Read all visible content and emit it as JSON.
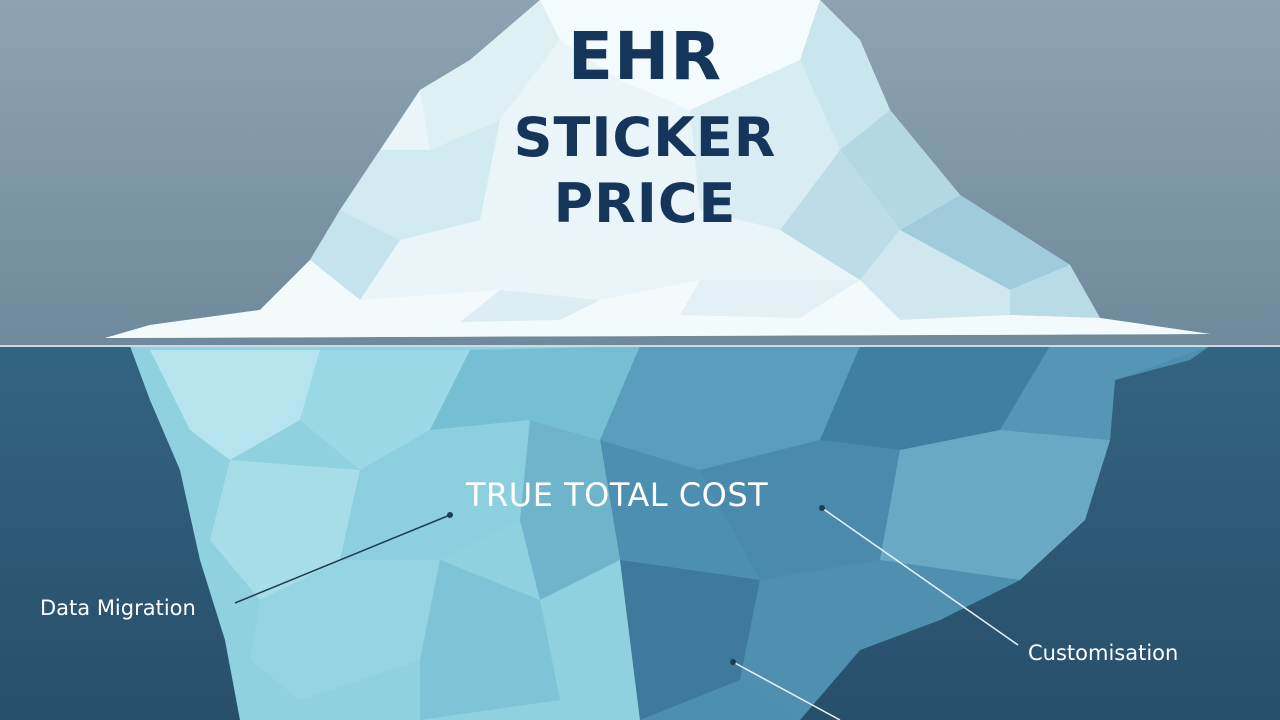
{
  "title": {
    "line1": "EHR",
    "line2": "STICKER",
    "line3": "PRICE"
  },
  "labels": {
    "main": "TRUE TOTAL COST",
    "left": "Data Migration",
    "right": "Customisation"
  },
  "colors": {
    "sky": "#7f98a8",
    "water": "#2e5a76",
    "waterline": "#c8dbe6",
    "ice_above": "#e9f5f8",
    "ice_below_light": "#8fd1df",
    "ice_below_dark": "#4c8fb0",
    "title_text": "#16355a",
    "label_text": "#ffffff"
  }
}
